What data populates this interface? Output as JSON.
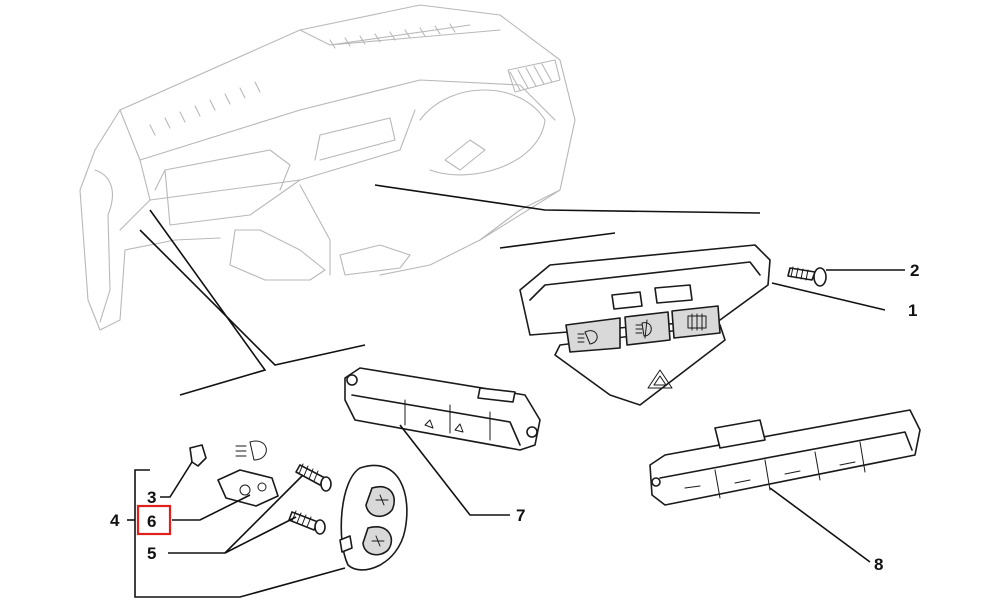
{
  "callouts": {
    "c1": "1",
    "c2": "2",
    "c3": "3",
    "c4": "4",
    "c5": "5",
    "c6": "6",
    "c7": "7",
    "c8": "8"
  },
  "highlighted_callout": "6",
  "colors": {
    "highlight": "#e0201b",
    "line": "#1a1a1a",
    "ghost_outline": "#b8b8b8"
  },
  "icons": [
    "headlight-icon",
    "fog-light-icon",
    "rear-defrost-icon",
    "hazard-warning-icon"
  ]
}
